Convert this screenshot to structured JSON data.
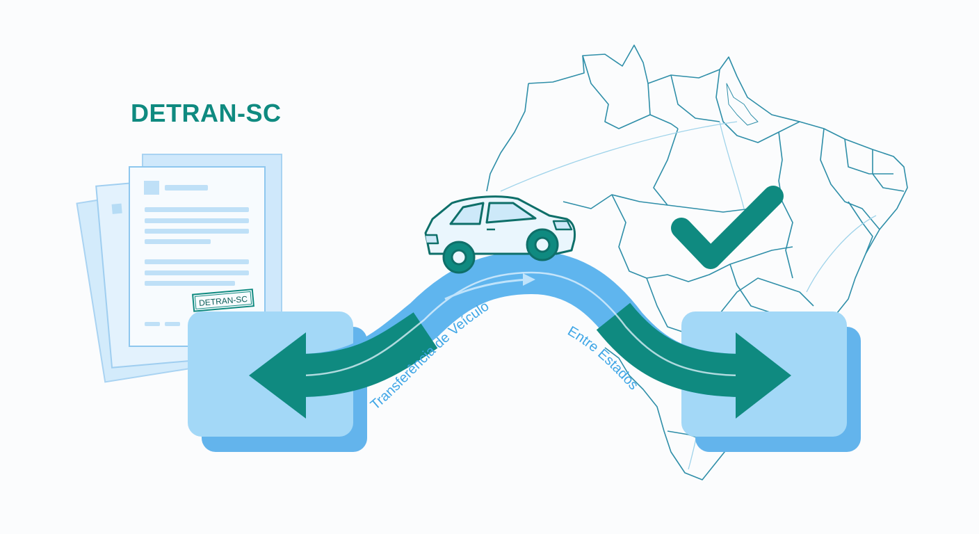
{
  "header": {
    "title": "DETRAN-SC"
  },
  "document": {
    "stamp_text": "DETRAN-SC"
  },
  "route": {
    "label_left": "Transferência de Veículo",
    "label_right": "Entre Estados"
  },
  "colors": {
    "teal": "#0f8a80",
    "teal_dark": "#0d7d74",
    "blue_light": "#9fd6f6",
    "blue_mid": "#5fb5ee",
    "blue_box_shadow": "#63b4ec",
    "map_line": "#2e8ea8"
  },
  "icons": [
    "document-stack-icon",
    "car-icon",
    "checkmark-icon",
    "brazil-map-icon",
    "arrow-left-icon",
    "arrow-right-icon"
  ]
}
